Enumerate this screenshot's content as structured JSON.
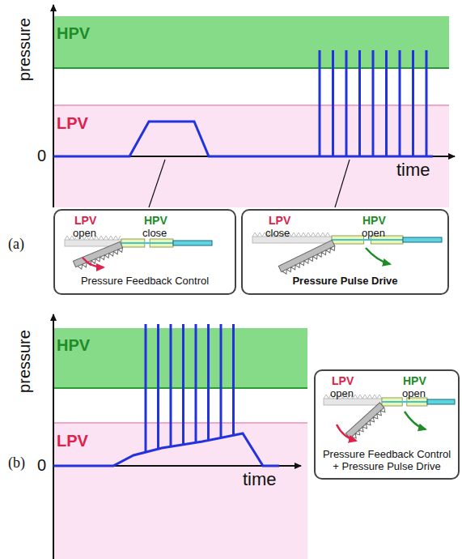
{
  "diagram": {
    "nodes": [
      {
        "text": [
          "HPV"
        ]
      },
      {
        "text": [
          "LPV"
        ]
      },
      {
        "text": [
          "LPV",
          "open",
          "HPV",
          "close",
          "Pressure Feedback Control"
        ]
      },
      {
        "text": [
          "LPV",
          "close",
          "HPV",
          "open",
          "Pressure Pulse Drive"
        ]
      },
      {
        "text": [
          "HPV"
        ]
      },
      {
        "text": [
          "LPV"
        ]
      },
      {
        "text": [
          "LPV",
          "open",
          "HPV",
          "open",
          "Pressure Feedback Control + Pressure Pulse Drive"
        ]
      }
    ],
    "labels": [
      "pressure",
      "0",
      "time",
      "(a)",
      "pressure",
      "0",
      "time",
      "(b)"
    ]
  }
}
